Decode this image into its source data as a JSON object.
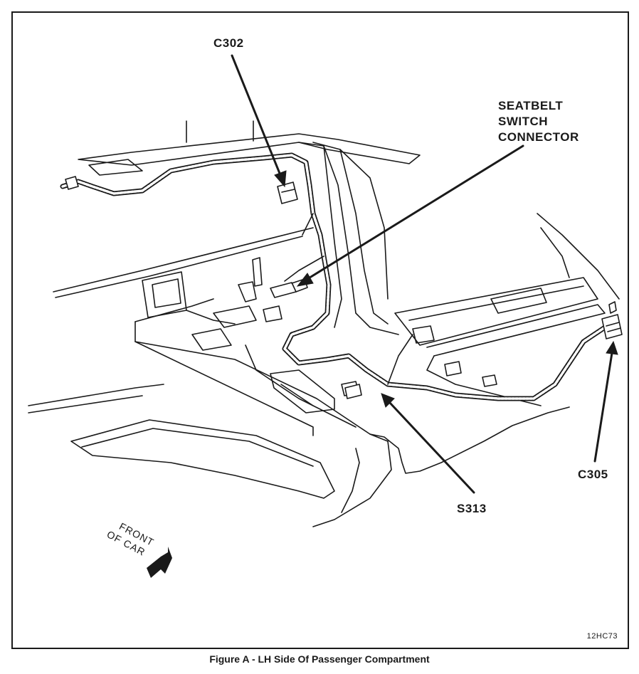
{
  "labels": {
    "c302": "C302",
    "seatbelt_line1": "SEATBELT",
    "seatbelt_line2": "SWITCH",
    "seatbelt_line3": "CONNECTOR",
    "c305": "C305",
    "s313": "S313",
    "front_line1": "FRONT",
    "front_line2": "OF CAR"
  },
  "drawing_code": "12HC73",
  "caption": "Figure A - LH Side Of Passenger Compartment"
}
